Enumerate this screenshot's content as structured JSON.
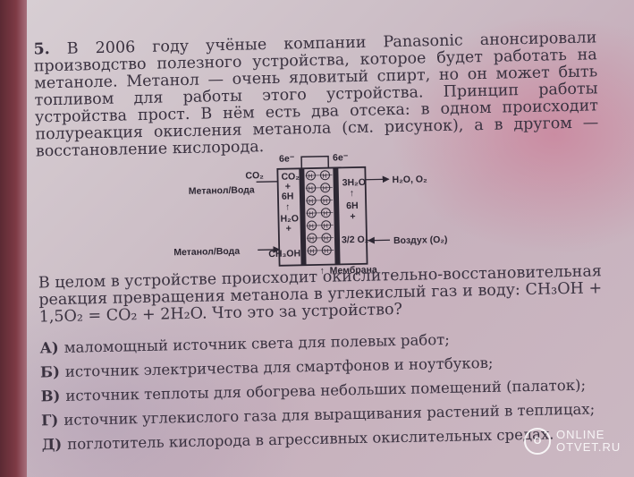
{
  "problem": {
    "number": "5.",
    "intro": "В 2006 году учёные компании Panasonic анонсировали производство полезного устройства, которое будет работать на метаноле. Метанол — очень ядовитый спирт, но он может быть топливом для работы этого устройства. Принцип работы устройства прост. В нём есть два отсека: в одном происходит полуреакция окисления метанола (см. рисунок), а в другом — восстановление кислорода.",
    "after": "В целом в устройстве происходит окислительно-восстановительная реакция превращения метанола в углекислый газ и воду: CH₃OH + 1,5O₂ = CO₂ + 2H₂O. Что это за устройство?"
  },
  "diagram": {
    "electrons_left": "6e⁻",
    "electrons_right": "6e⁻",
    "left_cell": {
      "top": "CO₂",
      "plus1": "+",
      "mid": "6H",
      "arrow": "↑",
      "low": "H₂O",
      "plus2": "+",
      "bottom": "CH₃OH"
    },
    "right_cell": {
      "top": "3H₂O",
      "arrow": "↑",
      "mid": "6H",
      "plus": "+",
      "bottom": "3/2 O₂"
    },
    "out_left_top": "CO₂",
    "out_left_label": "Метанол/Вода",
    "in_left_label": "Метанол/Вода",
    "out_right": "H₂O, O₂",
    "in_right": "Воздух (O₂)",
    "membrane": "Мембрана",
    "proton": "H"
  },
  "options": [
    {
      "letter": "А)",
      "text": "маломощный источник света для полевых работ;"
    },
    {
      "letter": "Б)",
      "text": "источник электричества для смартфонов и ноутбуков;"
    },
    {
      "letter": "В)",
      "text": "источник теплоты для обогрева небольших помещений (палаток);"
    },
    {
      "letter": "Г)",
      "text": "источник углекислого газа для выращивания растений в теплицах;"
    },
    {
      "letter": "Д)",
      "text": "поглотитель кислорода в агрессивных окислительных средах."
    }
  ],
  "watermark": {
    "line1": "ONLINE",
    "line2": "OTVET.RU",
    "logo": "O"
  },
  "colors": {
    "paper": "#cdbfc7",
    "ink": "#3a3240",
    "spine": "#6e3440"
  }
}
